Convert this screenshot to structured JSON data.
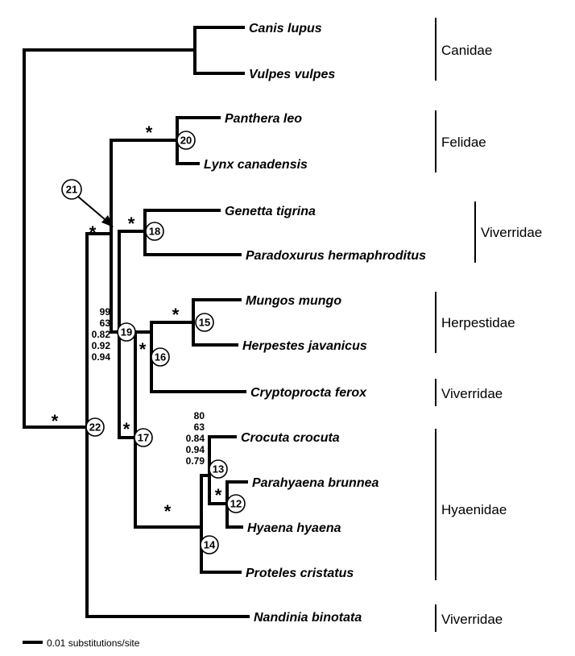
{
  "taxa": [
    "Canis lupus",
    "Vulpes vulpes",
    "Panthera leo",
    "Lynx canadensis",
    "Genetta tigrina",
    "Paradoxurus hermaphroditus",
    "Mungos mungo",
    "Herpestes javanicus",
    "Cryptoprocta ferox",
    "Crocuta crocuta",
    "Parahyaena brunnea",
    "Hyaena hyaena",
    "Proteles cristatus",
    "Nandinia binotata"
  ],
  "families": [
    "Canidae",
    "Felidae",
    "Viverridae",
    "Herpestidae",
    "Viverridae",
    "Hyaenidae",
    "Viverridae"
  ],
  "nodes": [
    "12",
    "13",
    "14",
    "15",
    "16",
    "17",
    "18",
    "19",
    "20",
    "21",
    "22"
  ],
  "support": {
    "node19": [
      "99",
      "63",
      "0.82",
      "0.92",
      "0.94"
    ],
    "node13": [
      "80",
      "63",
      "0.84",
      "0.94",
      "0.79"
    ]
  },
  "star_symbol": "*",
  "scale_bar_label": "0.01 substitutions/site"
}
